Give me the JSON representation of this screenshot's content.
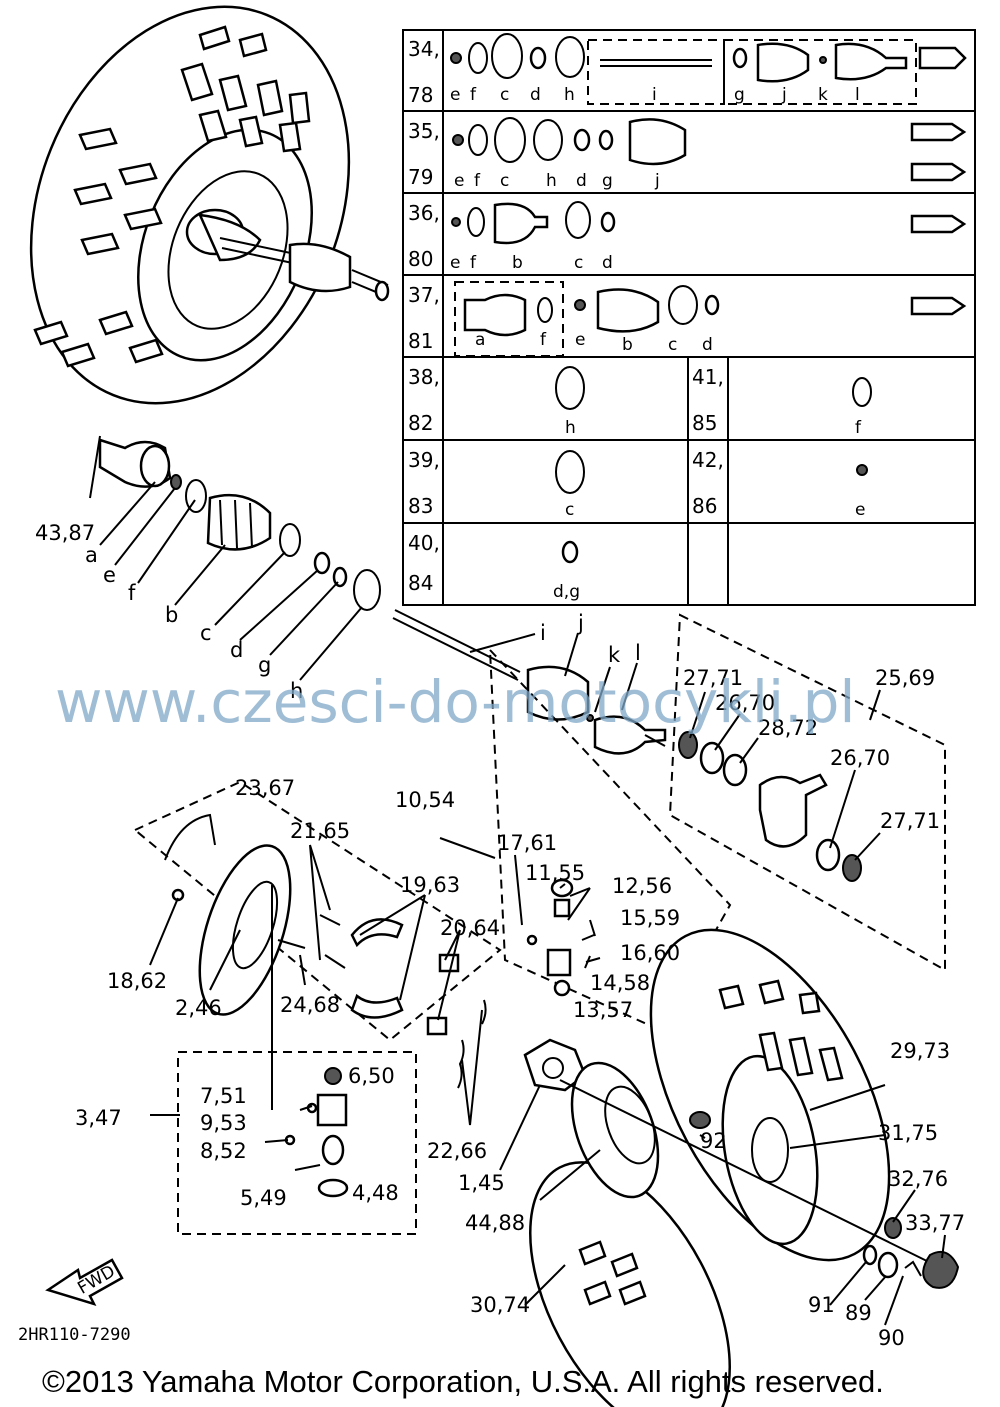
{
  "table": {
    "rows": [
      {
        "top": "34,",
        "bottom": "78",
        "letters": [
          "e",
          "f",
          "c",
          "d",
          "h",
          "i",
          "g",
          "j",
          "k",
          "l"
        ]
      },
      {
        "top": "35,",
        "bottom": "79",
        "letters": [
          "e",
          "f",
          "c",
          "h",
          "d",
          "g",
          "j"
        ]
      },
      {
        "top": "36,",
        "bottom": "80",
        "letters": [
          "e",
          "f",
          "b",
          "c",
          "d"
        ]
      },
      {
        "top": "37,",
        "bottom": "81",
        "letters": [
          "a",
          "f",
          "e",
          "b",
          "c",
          "d"
        ]
      },
      {
        "top": "38,",
        "bottom": "82",
        "letters": [
          "h"
        ],
        "right_top": "41,",
        "right_bottom": "85",
        "right_letters": [
          "f"
        ]
      },
      {
        "top": "39,",
        "bottom": "83",
        "letters": [
          "c"
        ],
        "right_top": "42,",
        "right_bottom": "86",
        "right_letters": [
          "e"
        ]
      },
      {
        "top": "40,",
        "bottom": "84",
        "letters": [
          "d,g"
        ]
      }
    ]
  },
  "shaft_labels": [
    "43,87",
    "a",
    "e",
    "f",
    "b",
    "c",
    "d",
    "g",
    "h",
    "i",
    "j",
    "k",
    "l"
  ],
  "callouts": [
    "25,69",
    "27,71",
    "26,70",
    "28,72",
    "26,70",
    "27,71",
    "23,67",
    "10,54",
    "21,65",
    "17,61",
    "11,55",
    "12,56",
    "19,63",
    "15,59",
    "20,64",
    "16,60",
    "14,58",
    "13,57",
    "18,62",
    "2,46",
    "24,68",
    "6,50",
    "7,51",
    "9,53",
    "8,52",
    "3,47",
    "5,49",
    "4,48",
    "22,66",
    "1,45",
    "92",
    "29,73",
    "31,75",
    "32,76",
    "33,77",
    "44,88",
    "30,74",
    "91",
    "89",
    "90"
  ],
  "fwd_label": "FWD",
  "diagram_code": "2HR110-7290",
  "watermark": "www.czesci-do-motocykli.pl",
  "copyright": "©2013 Yamaha Motor Corporation, U.S.A. All rights reserved."
}
